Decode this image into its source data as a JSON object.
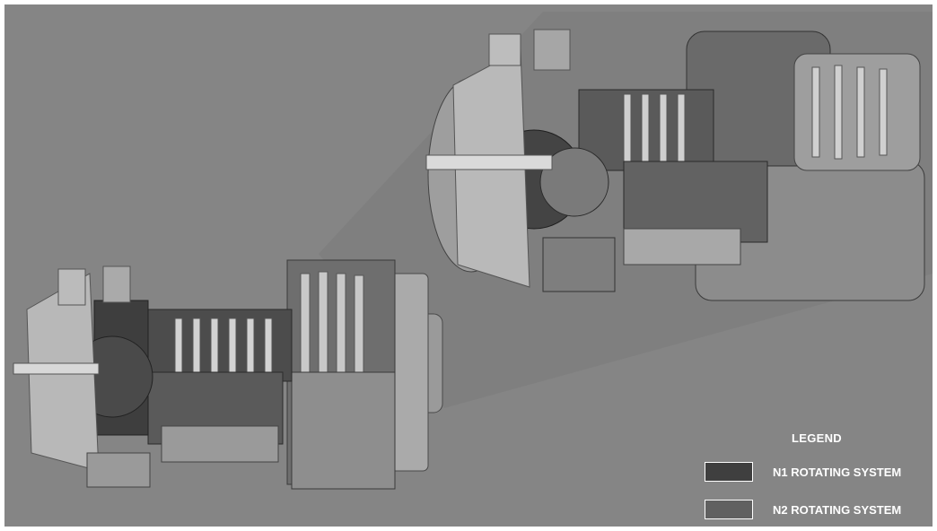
{
  "legend": {
    "title": "LEGEND",
    "items": [
      {
        "label": "N1 ROTATING SYSTEM",
        "color": "#3f3f3f"
      },
      {
        "label": "N2 ROTATING SYSTEM",
        "color": "#606060"
      }
    ]
  },
  "colors": {
    "background": "#858585",
    "border": "#ffffff"
  }
}
